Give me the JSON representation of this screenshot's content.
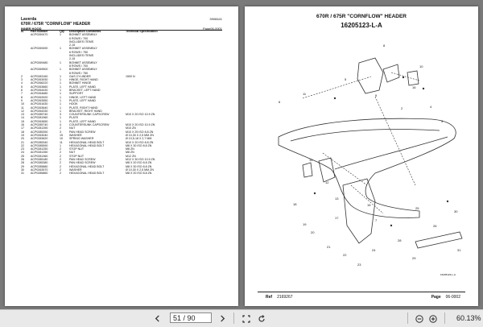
{
  "left_page": {
    "brand": "Laverda",
    "code": "3908441",
    "model": "670R / 675R \"CORNFLOW\" HEADER",
    "section": "INNER HOOD",
    "page_ref": "Page06-0001",
    "headers": [
      "Ill.",
      "Part Number",
      "Qty",
      "Description\nComments",
      "Technical Specification"
    ],
    "rows": [
      [
        "",
        "ACP0269470",
        "1",
        "BONNET ASSEMBLY\n6 ROWS / 700\nINCLUDES ITEMS\n2-15",
        ""
      ],
      [
        "",
        "ACP0269490",
        "1",
        "BONNET ASSEMBLY\n6 ROWS / 750\nINCLUDES ITEMS\n2-15",
        ""
      ],
      [
        "",
        "ACP0269480",
        "1",
        "BONNET ASSEMBLY\n8 ROWS / 700",
        ""
      ],
      [
        "",
        "ACP0269500",
        "1",
        "BONNET ASSEMBLY\n8 ROWS / 750",
        ""
      ],
      [
        "2",
        "ACP0283160",
        "1",
        "GAS CYLINDER",
        "1500 N"
      ],
      [
        "3",
        "ACP0263930",
        "1",
        "HINGE, RIGHT HAND",
        ""
      ],
      [
        "4",
        "ACP0266220",
        "1",
        "BONNET HINGE",
        ""
      ],
      [
        "5",
        "ACP0263660",
        "1",
        "PLATE, LEFT HAND",
        ""
      ],
      [
        "6",
        "ACP0264430",
        "1",
        "BRACKET, LEFT HAND",
        ""
      ],
      [
        "7",
        "ACP0264680",
        "1",
        "SUPPORT",
        ""
      ],
      [
        "8",
        "ACP0263920",
        "1",
        "HINGE, LEFT HAND",
        ""
      ],
      [
        "9",
        "ACP0263550",
        "1",
        "PLATE, LEFT HAND",
        ""
      ],
      [
        "10",
        "ACP0261630",
        "1",
        "HOOK",
        ""
      ],
      [
        "11",
        "ACP0263640",
        "1",
        "PLATE, RIGHT HAND",
        ""
      ],
      [
        "12",
        "ACP0264330",
        "1",
        "BRACKET, RIGHT HAND",
        ""
      ],
      [
        "13",
        "ACP0285740",
        "3",
        "COUNTERSUNK CAPSCREW",
        "M10 X 20 ISO 10.9 ZN"
      ],
      [
        "14",
        "ACP0281960",
        "1",
        "PLATE",
        ""
      ],
      [
        "15",
        "ACP0263650",
        "1",
        "PLATE, LEFT HAND",
        ""
      ],
      [
        "16",
        "ACP0285740",
        "4",
        "COUNTERSUNK CAPSCREW",
        "M10 X 20 ISO 10.9 ZN"
      ],
      [
        "17",
        "ACP0281390",
        "2",
        "NUT",
        "M10 ZN"
      ],
      [
        "18",
        "ACP0285390",
        "3",
        "PAN HEAD SCREW",
        "M10 X 25 ISO 8.8 ZN"
      ],
      [
        "19",
        "ACP0263040",
        "15",
        "WASHER",
        "Ø 10,30 X 2,5 MM ZN"
      ],
      [
        "20",
        "ACP0283620",
        "10",
        "SPRING WASHER",
        "Ø 10,5-18 X 2,7 MM"
      ],
      [
        "21",
        "ACP0285340",
        "11",
        "HEXAGONAL HEAD BOLT",
        "M10 X 20 ISO 8.8 ZN"
      ],
      [
        "22",
        "ACP0285590",
        "1",
        "HEXAGONAL HEAD BOLT",
        "M8 X 30 ISO 8.8 ZN"
      ],
      [
        "23",
        "ACP0281250",
        "2",
        "STOP NUT",
        "M8 ZN"
      ],
      [
        "24",
        "ACP0281350",
        "2",
        "NUT",
        "M8 ZN"
      ],
      [
        "25",
        "ACP0281360",
        "2",
        "STOP NUT",
        "M12 ZN"
      ],
      [
        "26",
        "ACP0285180",
        "2",
        "PAN HEAD SCREW",
        "M12 X 30 ISO 10.9 ZN"
      ],
      [
        "28",
        "ACP0285380",
        "2",
        "PAN HEAD SCREW",
        "M8 X 20 ISO 8.8 ZN"
      ],
      [
        "29",
        "ACP0285880",
        "2",
        "HEXAGONAL HEAD BOLT",
        "M8 X 30 ISO 8.8 ZN"
      ],
      [
        "30",
        "ACP0263570",
        "2",
        "WASHER",
        "Ø 10,30 X 2,5 MM ZN"
      ],
      [
        "31",
        "ACP0285860",
        "2",
        "HEXAGONAL HEAD BOLT",
        "M8 X 20 ISO 8.8 ZN"
      ]
    ]
  },
  "right_page": {
    "title": "670R / 675R \"CORNFLOW\" HEADER",
    "drawing_code": "16205123-L-A",
    "small_code": "16205123-L-A",
    "ref_label": "Ref",
    "ref_value": "2169267",
    "page_label": "Page",
    "page_value": "06-0002",
    "callouts": [
      "6",
      "8",
      "5",
      "9",
      "10",
      "16",
      "11",
      "2",
      "3",
      "4",
      "14",
      "12",
      "13",
      "15",
      "7",
      "17",
      "18",
      "19",
      "20",
      "21",
      "22",
      "23",
      "24",
      "25",
      "26",
      "28",
      "29",
      "30",
      "31"
    ]
  },
  "toolbar": {
    "page_field": "51 / 90",
    "zoom": "60.13%"
  },
  "colors": {
    "background": "#7a7a7a",
    "toolbar": "#e9e9e9",
    "page": "#ffffff"
  }
}
